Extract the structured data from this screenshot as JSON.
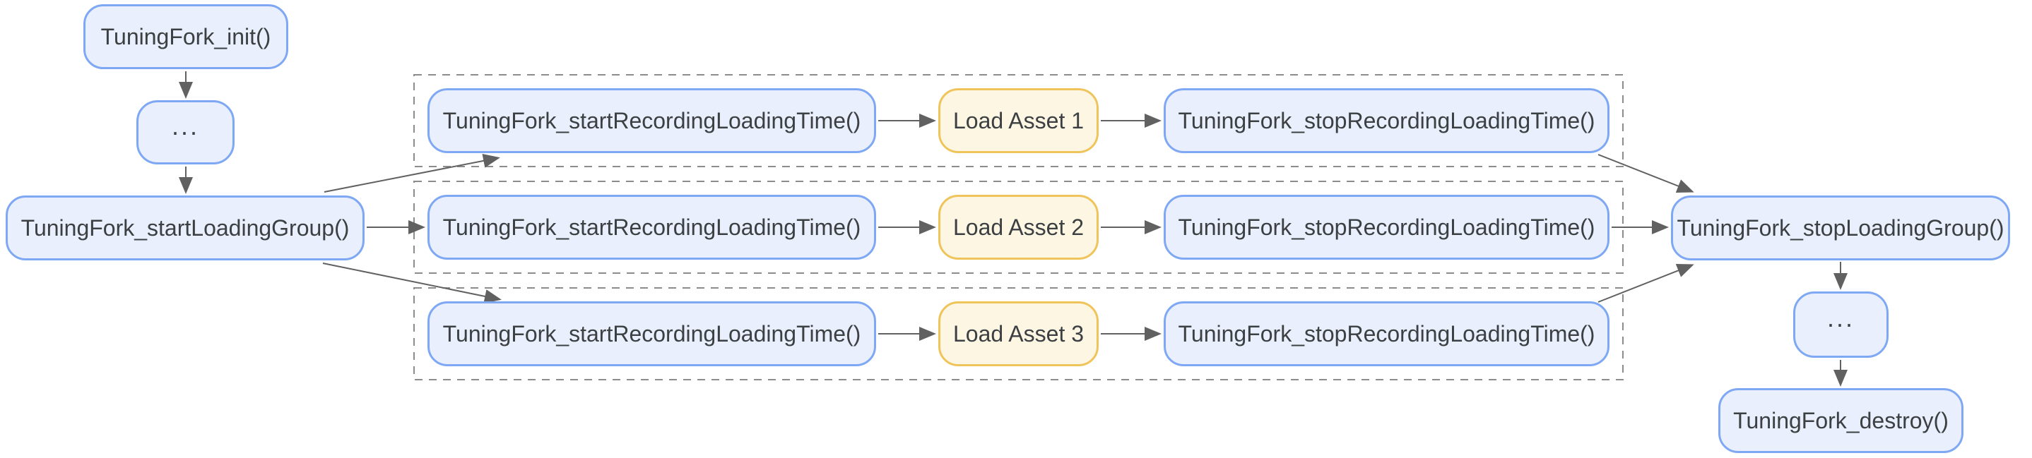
{
  "colors": {
    "node_border_blue": "#7FA8F4",
    "node_fill_blue": "#E9EFFC",
    "node_border_yellow": "#EFC45B",
    "node_fill_yellow": "#FCF6E3",
    "edge_color": "#616161",
    "dash_color": "#8C8C8C",
    "text_color": "#3C4043",
    "background": "#FFFFFF"
  },
  "nodes": {
    "init": {
      "label": "TuningFork_init()"
    },
    "ellipsis_top": {
      "label": "..."
    },
    "start_loading_group": {
      "label": "TuningFork_startLoadingGroup()"
    },
    "stop_loading_group": {
      "label": "TuningFork_stopLoadingGroup()"
    },
    "ellipsis_bottom": {
      "label": "..."
    },
    "destroy": {
      "label": "TuningFork_destroy()"
    }
  },
  "rows": [
    {
      "start_label": "TuningFork_startRecordingLoadingTime()",
      "asset_label": "Load Asset 1",
      "stop_label": "TuningFork_stopRecordingLoadingTime()"
    },
    {
      "start_label": "TuningFork_startRecordingLoadingTime()",
      "asset_label": "Load Asset 2",
      "stop_label": "TuningFork_stopRecordingLoadingTime()"
    },
    {
      "start_label": "TuningFork_startRecordingLoadingTime()",
      "asset_label": "Load Asset 3",
      "stop_label": "TuningFork_stopRecordingLoadingTime()"
    }
  ]
}
